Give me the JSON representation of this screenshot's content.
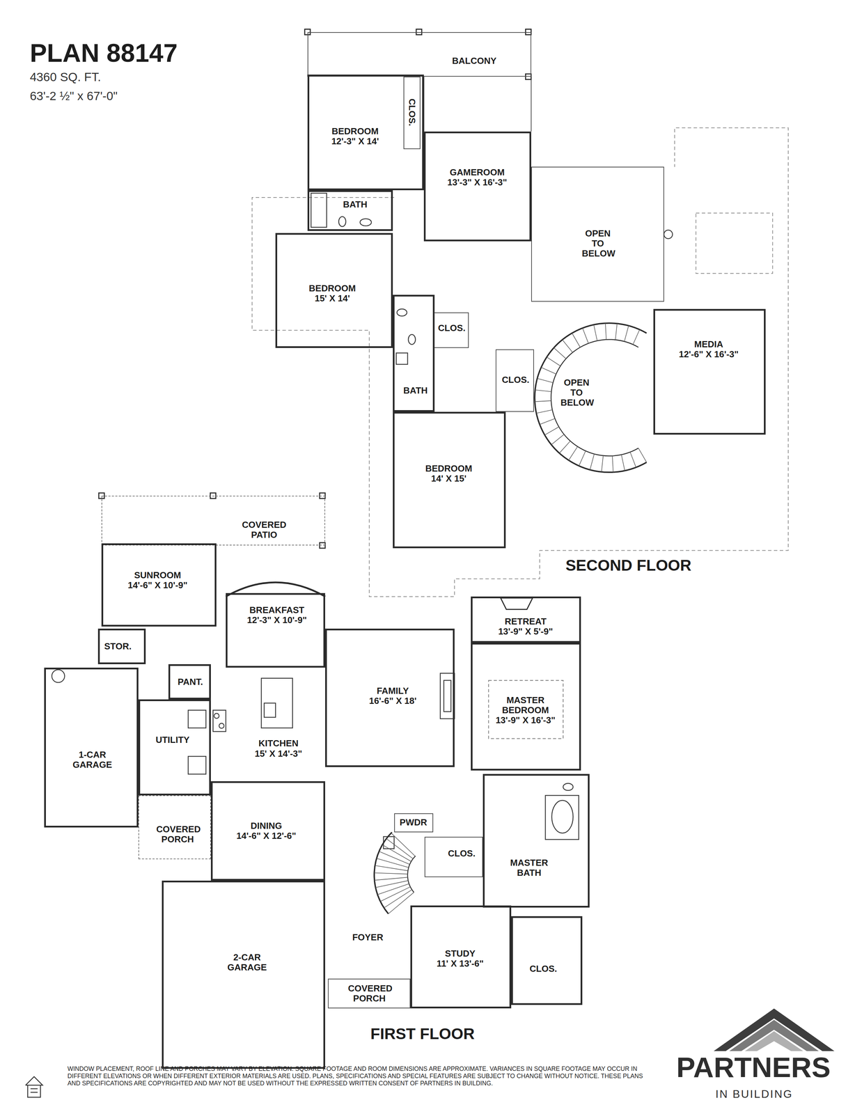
{
  "diagram": {
    "title": "PLAN 88147",
    "nodes": [
      {
        "text": [
          "BALCONY"
        ]
      },
      {
        "text": [
          "BEDROOM",
          "12'-3\" X 14'"
        ]
      },
      {
        "text": [
          "CLOS."
        ]
      },
      {
        "text": [
          "GAMEROOM",
          "13'-3\" X 16'-3\""
        ]
      },
      {
        "text": [
          "BATH"
        ]
      },
      {
        "text": [
          "OPEN TO BELOW"
        ]
      },
      {
        "text": [
          "BEDROOM",
          "15' X 14'"
        ]
      },
      {
        "text": [
          "CLOS."
        ]
      },
      {
        "text": [
          "MEDIA",
          "12'-6\" X 16'-3\""
        ]
      },
      {
        "text": [
          "BATH"
        ]
      },
      {
        "text": [
          "CLOS."
        ]
      },
      {
        "text": [
          "OPEN TO BELOW"
        ]
      },
      {
        "text": [
          "BEDROOM",
          "14' X 15'"
        ]
      },
      {
        "text": [
          "COVERED PATIO"
        ]
      },
      {
        "text": [
          "SUNROOM",
          "14'-6\" X 10'-9\""
        ]
      },
      {
        "text": [
          "BREAKFAST",
          "12'-3\" X 10'-9\""
        ]
      },
      {
        "text": [
          "RETREAT",
          "13'-9\" X 5'-9\""
        ]
      },
      {
        "text": [
          "STOR."
        ]
      },
      {
        "text": [
          "FAMILY",
          "16'-6\" X 18'"
        ]
      },
      {
        "text": [
          "MASTER BEDROOM",
          "13'-9\" X 16'-3\""
        ]
      },
      {
        "text": [
          "PANT."
        ]
      },
      {
        "text": [
          "UTILITY"
        ]
      },
      {
        "text": [
          "KITCHEN",
          "15' X 14'-3\""
        ]
      },
      {
        "text": [
          "1-CAR GARAGE"
        ]
      },
      {
        "text": [
          "PWDR"
        ]
      },
      {
        "text": [
          "DINING",
          "14'-6\" X 12'-6\""
        ]
      },
      {
        "text": [
          "COVERED PORCH"
        ]
      },
      {
        "text": [
          "CLOS."
        ]
      },
      {
        "text": [
          "MASTER BATH"
        ]
      },
      {
        "text": [
          "2-CAR GARAGE"
        ]
      },
      {
        "text": [
          "FOYER"
        ]
      },
      {
        "text": [
          "STUDY",
          "11' X 13'-6\""
        ]
      },
      {
        "text": [
          "CLOS."
        ]
      },
      {
        "text": [
          "COVERED PORCH"
        ]
      }
    ],
    "labels": [
      "4360 SQ. FT.",
      "63'-2 ½\" x 67'-0\"",
      "SECOND FLOOR",
      "FIRST FLOOR",
      "WINDOW PLACEMENT, ROOF LINE AND PORCHES MAY VARY BY ELEVATION. SQUARE FOOTAGE AND ROOM DIMENSIONS ARE APPROXIMATE. VARIANCES IN SQUARE FOOTAGE MAY OCCUR IN DIFFERENT ELEVATIONS OR WHEN DIFFERENT EXTERIOR MATERIALS ARE USED. PLANS, SPECIFICATIONS AND SPECIAL FEATURES ARE SUBJECT TO CHANGE WITHOUT NOTICE. THESE PLANS AND SPECIFICATIONS ARE COPYRIGHTED AND MAY NOT BE USED WITHOUT THE EXPRESSED WRITTEN CONSENT OF PARTNERS IN BUILDING.",
      "PARTNERS",
      "IN BUILDING"
    ]
  }
}
